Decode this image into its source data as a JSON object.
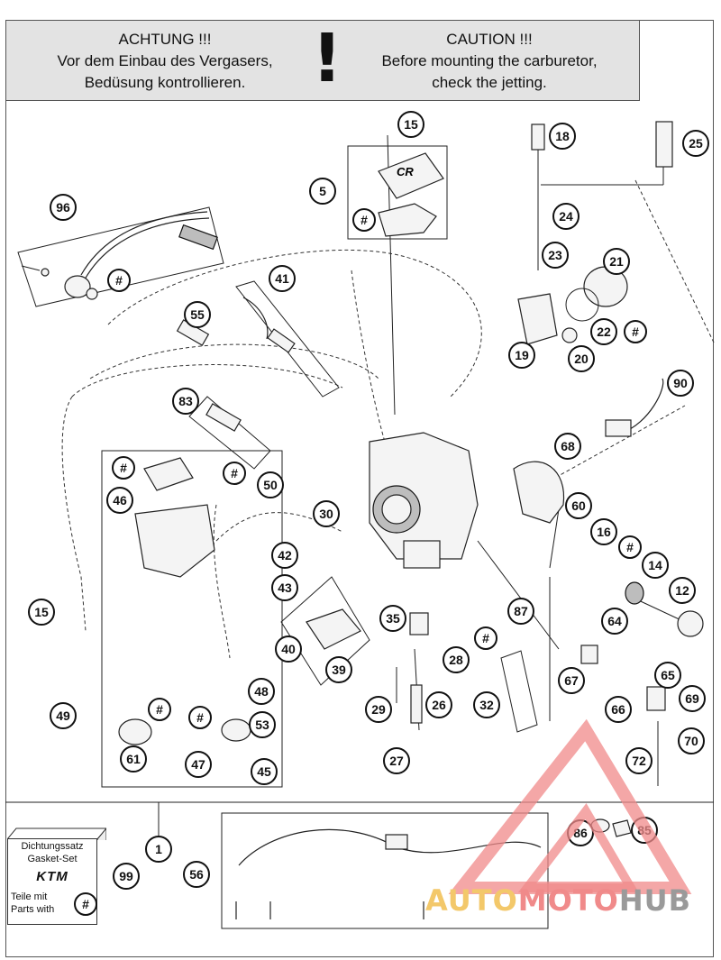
{
  "banner": {
    "de_lines": [
      "ACHTUNG !!!",
      "Vor dem Einbau des Vergasers,",
      "Bedüsung kontrollieren."
    ],
    "en_lines": [
      "CAUTION !!!",
      "Before mounting the carburetor,",
      "check the jetting."
    ],
    "symbol": "!"
  },
  "callouts": {
    "c15a": "15",
    "c18": "18",
    "c25": "25",
    "c5": "5",
    "c96": "96",
    "c24": "24",
    "c23": "23",
    "c21": "21",
    "c41": "41",
    "c55": "55",
    "c22": "22",
    "c19": "19",
    "c20": "20",
    "c90": "90",
    "c83": "83",
    "c68": "68",
    "c46": "46",
    "c50": "50",
    "c60": "60",
    "c30": "30",
    "c16": "16",
    "c14": "14",
    "c12": "12",
    "c42": "42",
    "c43": "43",
    "c15b": "15",
    "c35": "35",
    "c87": "87",
    "c64": "64",
    "c40": "40",
    "c39": "39",
    "c28": "28",
    "c67": "67",
    "c65": "65",
    "c48": "48",
    "c49": "49",
    "c29": "29",
    "c26": "26",
    "c32": "32",
    "c66": "66",
    "c69": "69",
    "c53": "53",
    "c70": "70",
    "c61": "61",
    "c47": "47",
    "c45": "45",
    "c27": "27",
    "c72": "72",
    "c1": "1",
    "c86": "86",
    "c85": "85",
    "c99": "99",
    "c56": "56",
    "hash": "#"
  },
  "gasket_set": {
    "title_lines": [
      "Dichtungssatz",
      "Gasket-Set"
    ],
    "brand": "KTM",
    "parts_lines": [
      "Teile mit",
      "Parts with"
    ]
  },
  "watermark": {
    "part_a": "AUTO",
    "part_b": "MOTO",
    "part_c": "HUB"
  }
}
